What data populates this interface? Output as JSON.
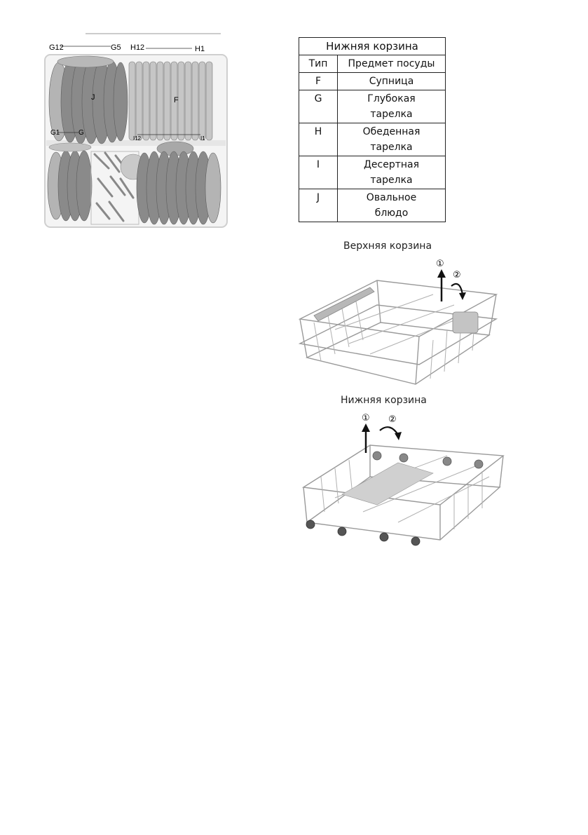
{
  "diagram": {
    "labels": {
      "g12": "G12",
      "g5": "G5",
      "h12": "H12",
      "h1": "H1",
      "j": "J",
      "f": "F",
      "g1": "G1",
      "g": "G",
      "i12": "I12",
      "i1": "I1"
    }
  },
  "table": {
    "title": "Нижняя корзина",
    "headers": [
      "Тип",
      "Предмет посуды"
    ],
    "rows": [
      {
        "type": "F",
        "item_line1": "Супница",
        "item_line2": ""
      },
      {
        "type": "G",
        "item_line1": "Глубокая",
        "item_line2": "тарелка"
      },
      {
        "type": "H",
        "item_line1": "Обеденная",
        "item_line2": "тарелка"
      },
      {
        "type": "I",
        "item_line1": "Десертная",
        "item_line2": "тарелка"
      },
      {
        "type": "J",
        "item_line1": "Овальное",
        "item_line2": "блюдо"
      }
    ]
  },
  "upper_basket": {
    "caption": "Верхняя корзина",
    "step1": "①",
    "step2": "②"
  },
  "lower_basket": {
    "caption": "Нижняя корзина",
    "step1": "①",
    "step2": "②"
  }
}
